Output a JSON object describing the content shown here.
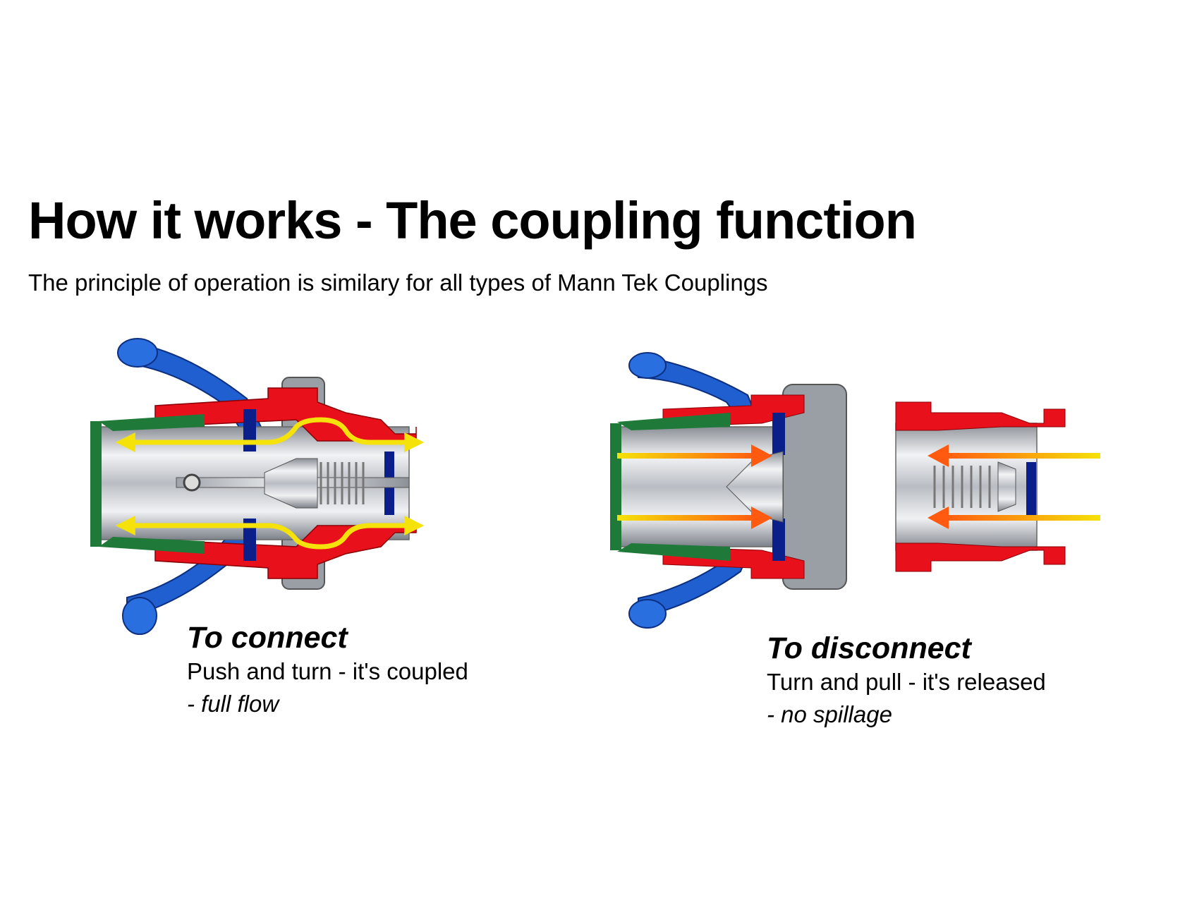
{
  "title": "How it works - The coupling function",
  "subtitle": "The principle of operation is similary for all types of Mann Tek Couplings",
  "connect": {
    "heading": "To connect",
    "line": "Push and turn - it's coupled",
    "note": "- full flow"
  },
  "disconnect": {
    "heading": "To disconnect",
    "line": "Turn and pull - it's released",
    "note": "- no spillage"
  },
  "colors": {
    "body_red": "#e8101a",
    "seal_green": "#1f7a3a",
    "handle_blue": "#1f5fd0",
    "part_navy": "#0a1f8a",
    "flow_yellow": "#f5e20a",
    "flow_orange": "#ff5a10",
    "steel_grey": "#c8cbd0"
  }
}
